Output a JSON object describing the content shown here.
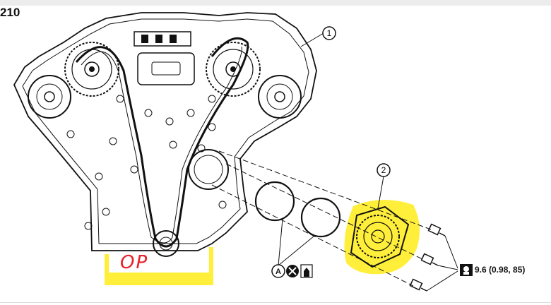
{
  "figure": {
    "id_label": "210",
    "torque_spec": "9.6 (0.98, 85)",
    "handwritten_note": "OP",
    "callouts": {
      "engine_front": "1",
      "oil_pump": "2",
      "o_ring_ref": "A"
    },
    "icons": [
      "torque-wrench-icon",
      "do-not-reuse-icon",
      "apply-oil-icon"
    ],
    "highlight_color": "#ffef3a",
    "note_color": "#e8202a"
  }
}
